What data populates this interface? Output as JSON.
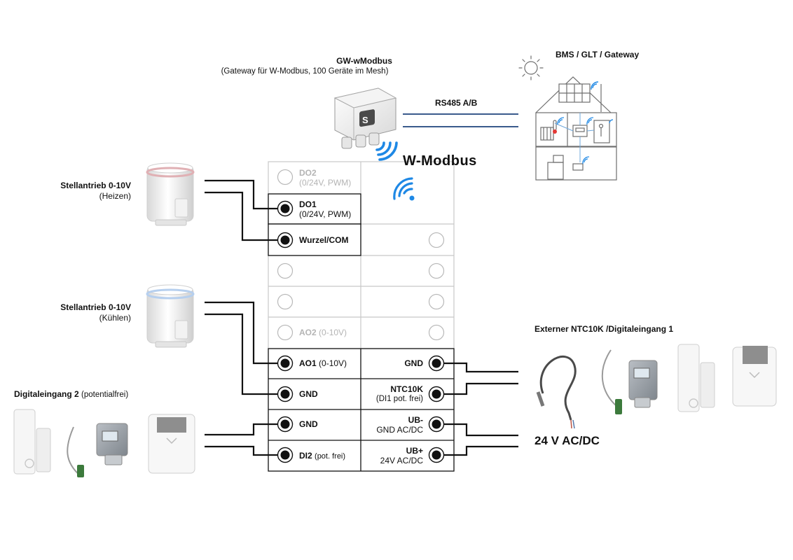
{
  "gateway": {
    "title": "GW-wModbus",
    "subtitle": "(Gateway für W-Modbus, 100 Geräte im Mesh)"
  },
  "bms": {
    "title": "BMS / GLT / Gateway"
  },
  "bus": {
    "label": "RS485 A/B"
  },
  "wmodbus_label": "W-Modbus",
  "actuator_heat": {
    "title": "Stellantrieb 0-10V",
    "sub": "(Heizen)"
  },
  "actuator_cool": {
    "title": "Stellantrieb 0-10V",
    "sub": "(Kühlen)"
  },
  "di2": {
    "title": "Digitaleingang 2",
    "sub": "(potentialfrei)"
  },
  "ntc": {
    "title": "Externer NTC10K /Digitaleingang 1"
  },
  "supply": {
    "label": "24 V AC/DC"
  },
  "terminals": {
    "do2": {
      "name": "DO2",
      "sub": "(0/24V, PWM)"
    },
    "do1": {
      "name": "DO1",
      "sub": "(0/24V, PWM)"
    },
    "wurzel": {
      "name": "Wurzel/COM"
    },
    "ao2": {
      "name": "AO2",
      "sub": "(0-10V)"
    },
    "ao1": {
      "name": "AO1",
      "sub": "(0-10V)"
    },
    "gnd_left_1": {
      "name": "GND"
    },
    "gnd_left_2": {
      "name": "GND"
    },
    "di2": {
      "name": "DI2",
      "sub": "(pot. frei)"
    },
    "gnd_right": {
      "name": "GND"
    },
    "ntc10k": {
      "name": "NTC10K",
      "sub": "(DI1 pot. frei)"
    },
    "ub_minus": {
      "name": "UB-",
      "sub": "GND AC/DC"
    },
    "ub_plus": {
      "name": "UB+",
      "sub": "24V AC/DC"
    }
  },
  "colors": {
    "bus": "#3a5a8c",
    "wireless": "#1e88e5",
    "wire": "#111111",
    "inactive": "#c8c8c8"
  }
}
